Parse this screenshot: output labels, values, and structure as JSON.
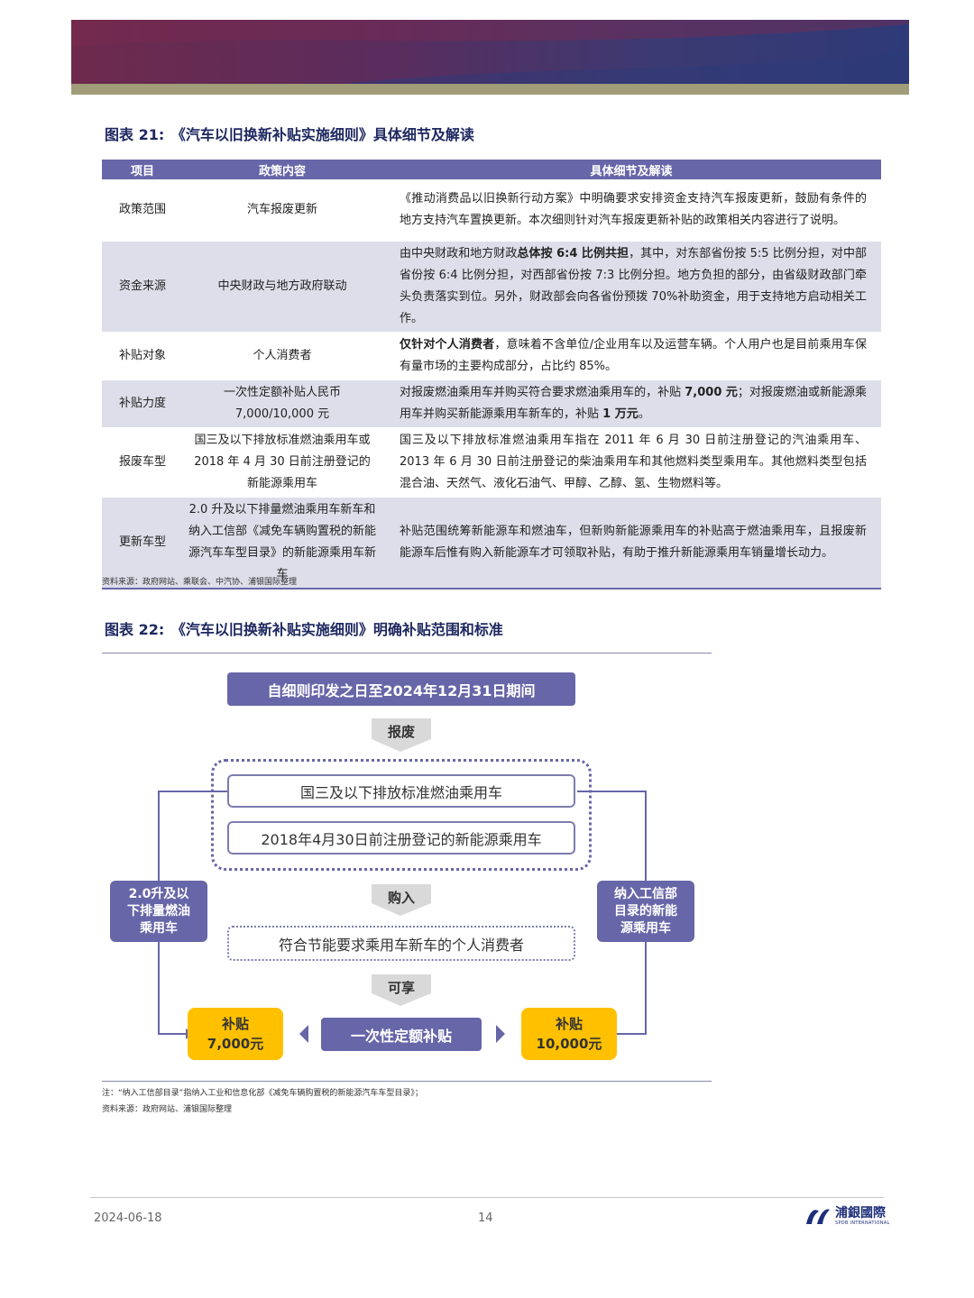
{
  "fig21": {
    "label": "图表 21:",
    "title": "《汽车以旧换新补贴实施细则》具体细节及解读",
    "headers": [
      "项目",
      "政策内容",
      "具体细节及解读"
    ],
    "rows": [
      {
        "item": "政策范围",
        "content": "汽车报废更新",
        "detail_pre": "《推动消费品以旧换新行动方案》中明确要求安排资金支持汽车报废更新，鼓励有条件的地方支持汽车置换更新。本次细则针对汽车报废更新补贴的政策相关内容进行了说明。",
        "detail_bold": "",
        "detail_post": "",
        "detail_bold2": "",
        "detail_post2": ""
      },
      {
        "item": "资金来源",
        "content": "中央财政与地方政府联动",
        "detail_pre": "由中央财政和地方财政",
        "detail_bold": "总体按 6:4 比例共担",
        "detail_post": "，其中，对东部省份按 5:5 比例分担，对中部省份按 6:4 比例分担，对西部省份按 7:3 比例分担。地方负担的部分，由省级财政部门牵头负责落实到位。另外，财政部会向各省份预拨 70%补助资金，用于支持地方启动相关工作。",
        "detail_bold2": "",
        "detail_post2": ""
      },
      {
        "item": "补贴对象",
        "content": "个人消费者",
        "detail_pre": "",
        "detail_bold": "仅针对个人消费者",
        "detail_post": "，意味着不含单位/企业用车以及运营车辆。个人用户也是目前乘用车保有量市场的主要构成部分，占比约 85%。",
        "detail_bold2": "",
        "detail_post2": ""
      },
      {
        "item": "补贴力度",
        "content": "一次性定额补贴人民币 7,000/10,000 元",
        "detail_pre": "对报废燃油乘用车并购买符合要求燃油乘用车的，补贴 ",
        "detail_bold": "7,000 元",
        "detail_post": "；对报废燃油或新能源乘用车并购买新能源乘用车新车的，补贴 ",
        "detail_bold2": "1 万元",
        "detail_post2": "。"
      },
      {
        "item": "报废车型",
        "content": "国三及以下排放标准燃油乘用车或 2018 年 4 月 30 日前注册登记的新能源乘用车",
        "detail_pre": "国三及以下排放标准燃油乘用车指在 2011 年 6 月 30 日前注册登记的汽油乘用车、2013 年 6 月 30 日前注册登记的柴油乘用车和其他燃料类型乘用车。其他燃料类型包括混合油、天然气、液化石油气、甲醇、乙醇、氢、生物燃料等。",
        "detail_bold": "",
        "detail_post": "",
        "detail_bold2": "",
        "detail_post2": ""
      },
      {
        "item": "更新车型",
        "content": "2.0 升及以下排量燃油乘用车新车和纳入工信部《减免车辆购置税的新能源汽车车型目录》的新能源乘用车新车",
        "detail_pre": "补贴范围统筹新能源车和燃油车，但新购新能源乘用车的补贴高于燃油乘用车，且报废新能源车后惟有购入新能源车才可领取补贴，有助于推升新能源乘用车销量增长动力。",
        "detail_bold": "",
        "detail_post": "",
        "detail_bold2": "",
        "detail_post2": ""
      }
    ],
    "source": "资料来源：政府网站、乘联会、中汽协、浦银国际整理"
  },
  "fig22": {
    "label": "图表 22:",
    "title": "《汽车以旧换新补贴实施细则》明确补贴范围和标准",
    "period": "自细则印发之日至2024年12月31日期间",
    "step_scrap": "报废",
    "scrap_a": "国三及以下排放标准燃油乘用车",
    "scrap_b": "2018年4月30日前注册登记的新能源乘用车",
    "step_buy": "购入",
    "buyer": "符合节能要求乘用车新车的个人消费者",
    "step_enjoy": "可享",
    "lump": "一次性定额补贴",
    "left_side": [
      "2.0升及以",
      "下排量燃油",
      "乘用车"
    ],
    "right_side": [
      "纳入工信部",
      "目录的新能",
      "源乘用车"
    ],
    "left_sub_title": "补贴",
    "left_sub_value": "7,000元",
    "right_sub_title": "补贴",
    "right_sub_value": "10,000元",
    "note": "注：“纳入工信部目录”指纳入工业和信息化部《减免车辆购置税的新能源汽车车型目录》；",
    "source": "资料来源：政府网站、浦银国际整理"
  },
  "footer": {
    "date": "2024-06-18",
    "page": "14",
    "logo_cn": "浦銀國際",
    "logo_en": "SPDB INTERNATIONAL"
  },
  "colors": {
    "accent": "#6766a8",
    "yellow": "#ffc000",
    "shade": "#dedeea",
    "title": "#1e2860"
  }
}
